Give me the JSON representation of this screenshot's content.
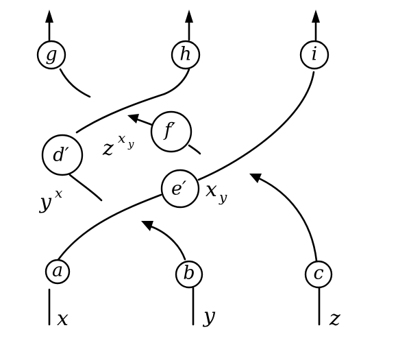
{
  "nodes": {
    "a": "a",
    "b": "b",
    "c": "c",
    "d": "d′",
    "e": "e′",
    "f": "f′",
    "g": "g",
    "h": "h",
    "i": "i"
  },
  "inputs": {
    "x": "x",
    "y": "y",
    "z": "z"
  },
  "strand_labels": {
    "y_base": "y",
    "y_exp": "x",
    "z_base": "z",
    "z_exp": "x",
    "z_exp_sub": "y",
    "e_out_base": "x",
    "e_out_sub": "y"
  }
}
